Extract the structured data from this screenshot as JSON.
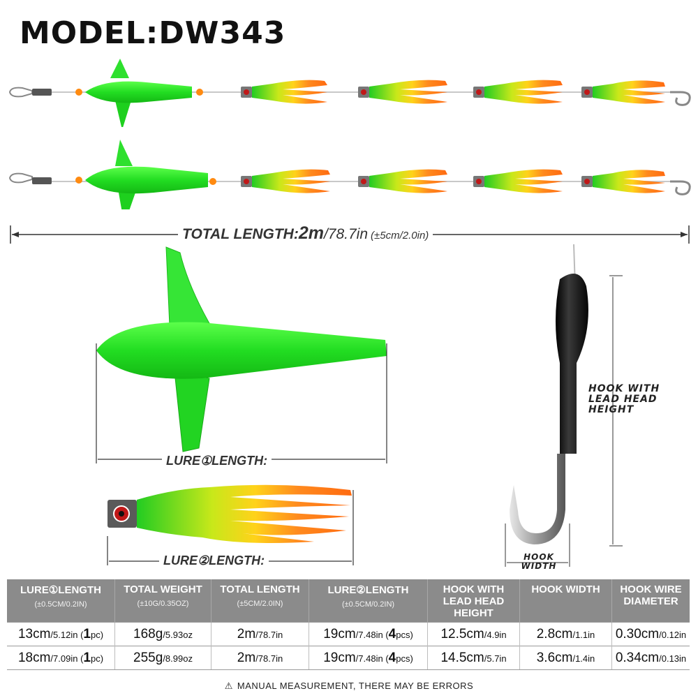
{
  "model": "MODEL:DW343",
  "total_length": {
    "label": "TOTAL LENGTH:",
    "metric": "2m",
    "imperial": "/78.7in",
    "tolerance": "(±5cm/2.0in)"
  },
  "lure1_label": "LURE①LENGTH:",
  "lure2_label": "LURE②LENGTH:",
  "hook_height_label": [
    "HOOK WITH",
    "LEAD HEAD",
    "HEIGHT"
  ],
  "hook_width_label": [
    "HOOK",
    "WIDTH"
  ],
  "colors": {
    "green": "#2fe02f",
    "orange": "#ff7a1e",
    "yellow": "#ffe01a",
    "table_header": "#8b8b8b"
  },
  "table": {
    "headers": [
      {
        "title": "LURE①LENGTH",
        "sub": "(±0.5CM/0.2IN)"
      },
      {
        "title": "TOTAL WEIGHT",
        "sub": "(±10G/0.35OZ)"
      },
      {
        "title": "TOTAL LENGTH",
        "sub": "(±5CM/2.0IN)"
      },
      {
        "title": "LURE②LENGTH",
        "sub": "(±0.5CM/0.2IN)"
      },
      {
        "title": "HOOK WITH LEAD HEAD HEIGHT",
        "sub": ""
      },
      {
        "title": "HOOK WIDTH",
        "sub": ""
      },
      {
        "title": "HOOK WIRE DIAMETER",
        "sub": ""
      }
    ],
    "rows": [
      [
        {
          "main": "13cm",
          "small": "/5.12in (",
          "qty": "1",
          "tail": "pc)"
        },
        {
          "main": "168g",
          "small": "/5.93oz"
        },
        {
          "main": "2m",
          "small": "/78.7in"
        },
        {
          "main": "19cm",
          "small": "/7.48in (",
          "qty": "4",
          "tail": "pcs)"
        },
        {
          "main": "12.5cm",
          "small": "/4.9in"
        },
        {
          "main": "2.8cm",
          "small": "/1.1in"
        },
        {
          "main": "0.30cm",
          "small": "/0.12in"
        }
      ],
      [
        {
          "main": "18cm",
          "small": "/7.09in (",
          "qty": "1",
          "tail": "pc)"
        },
        {
          "main": "255g",
          "small": "/8.99oz"
        },
        {
          "main": "2m",
          "small": "/78.7in"
        },
        {
          "main": "19cm",
          "small": "/7.48in (",
          "qty": "4",
          "tail": "pcs)"
        },
        {
          "main": "14.5cm",
          "small": "/5.7in"
        },
        {
          "main": "3.6cm",
          "small": "/1.4in"
        },
        {
          "main": "0.34cm",
          "small": "/0.13in"
        }
      ]
    ]
  },
  "note": "MANUAL MEASUREMENT, THERE MAY BE ERRORS"
}
